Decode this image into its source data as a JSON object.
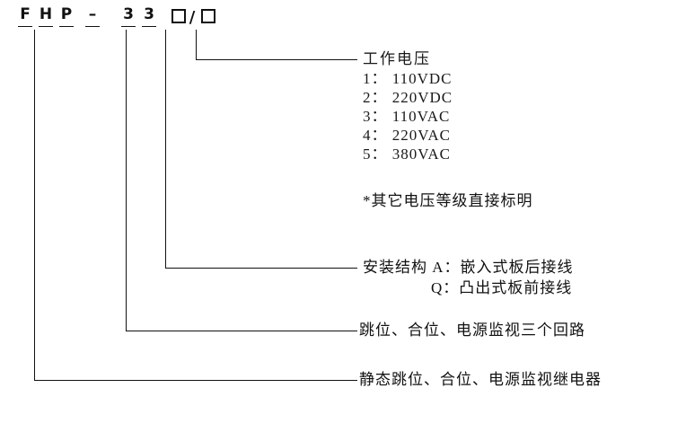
{
  "model_code": {
    "letters": [
      "F",
      "H",
      "P"
    ],
    "dash": "–",
    "digits": [
      "3",
      "3"
    ],
    "slash": "/",
    "box_symbol": "□"
  },
  "voltage": {
    "title": "工作电压",
    "options": [
      "1： 110VDC",
      "2： 220VDC",
      "3： 110VAC",
      "4： 220VAC",
      "5： 380VAC"
    ],
    "note": "*其它电压等级直接标明"
  },
  "mounting": {
    "line1": "安装结构 A：嵌入式板后接线",
    "line2": "Q：凸出式板前接线"
  },
  "circuits_label": "跳位、合位、电源监视三个回路",
  "product_label": "静态跳位、合位、电源监视继电器",
  "colors": {
    "ink": "#111111",
    "background": "#ffffff"
  }
}
